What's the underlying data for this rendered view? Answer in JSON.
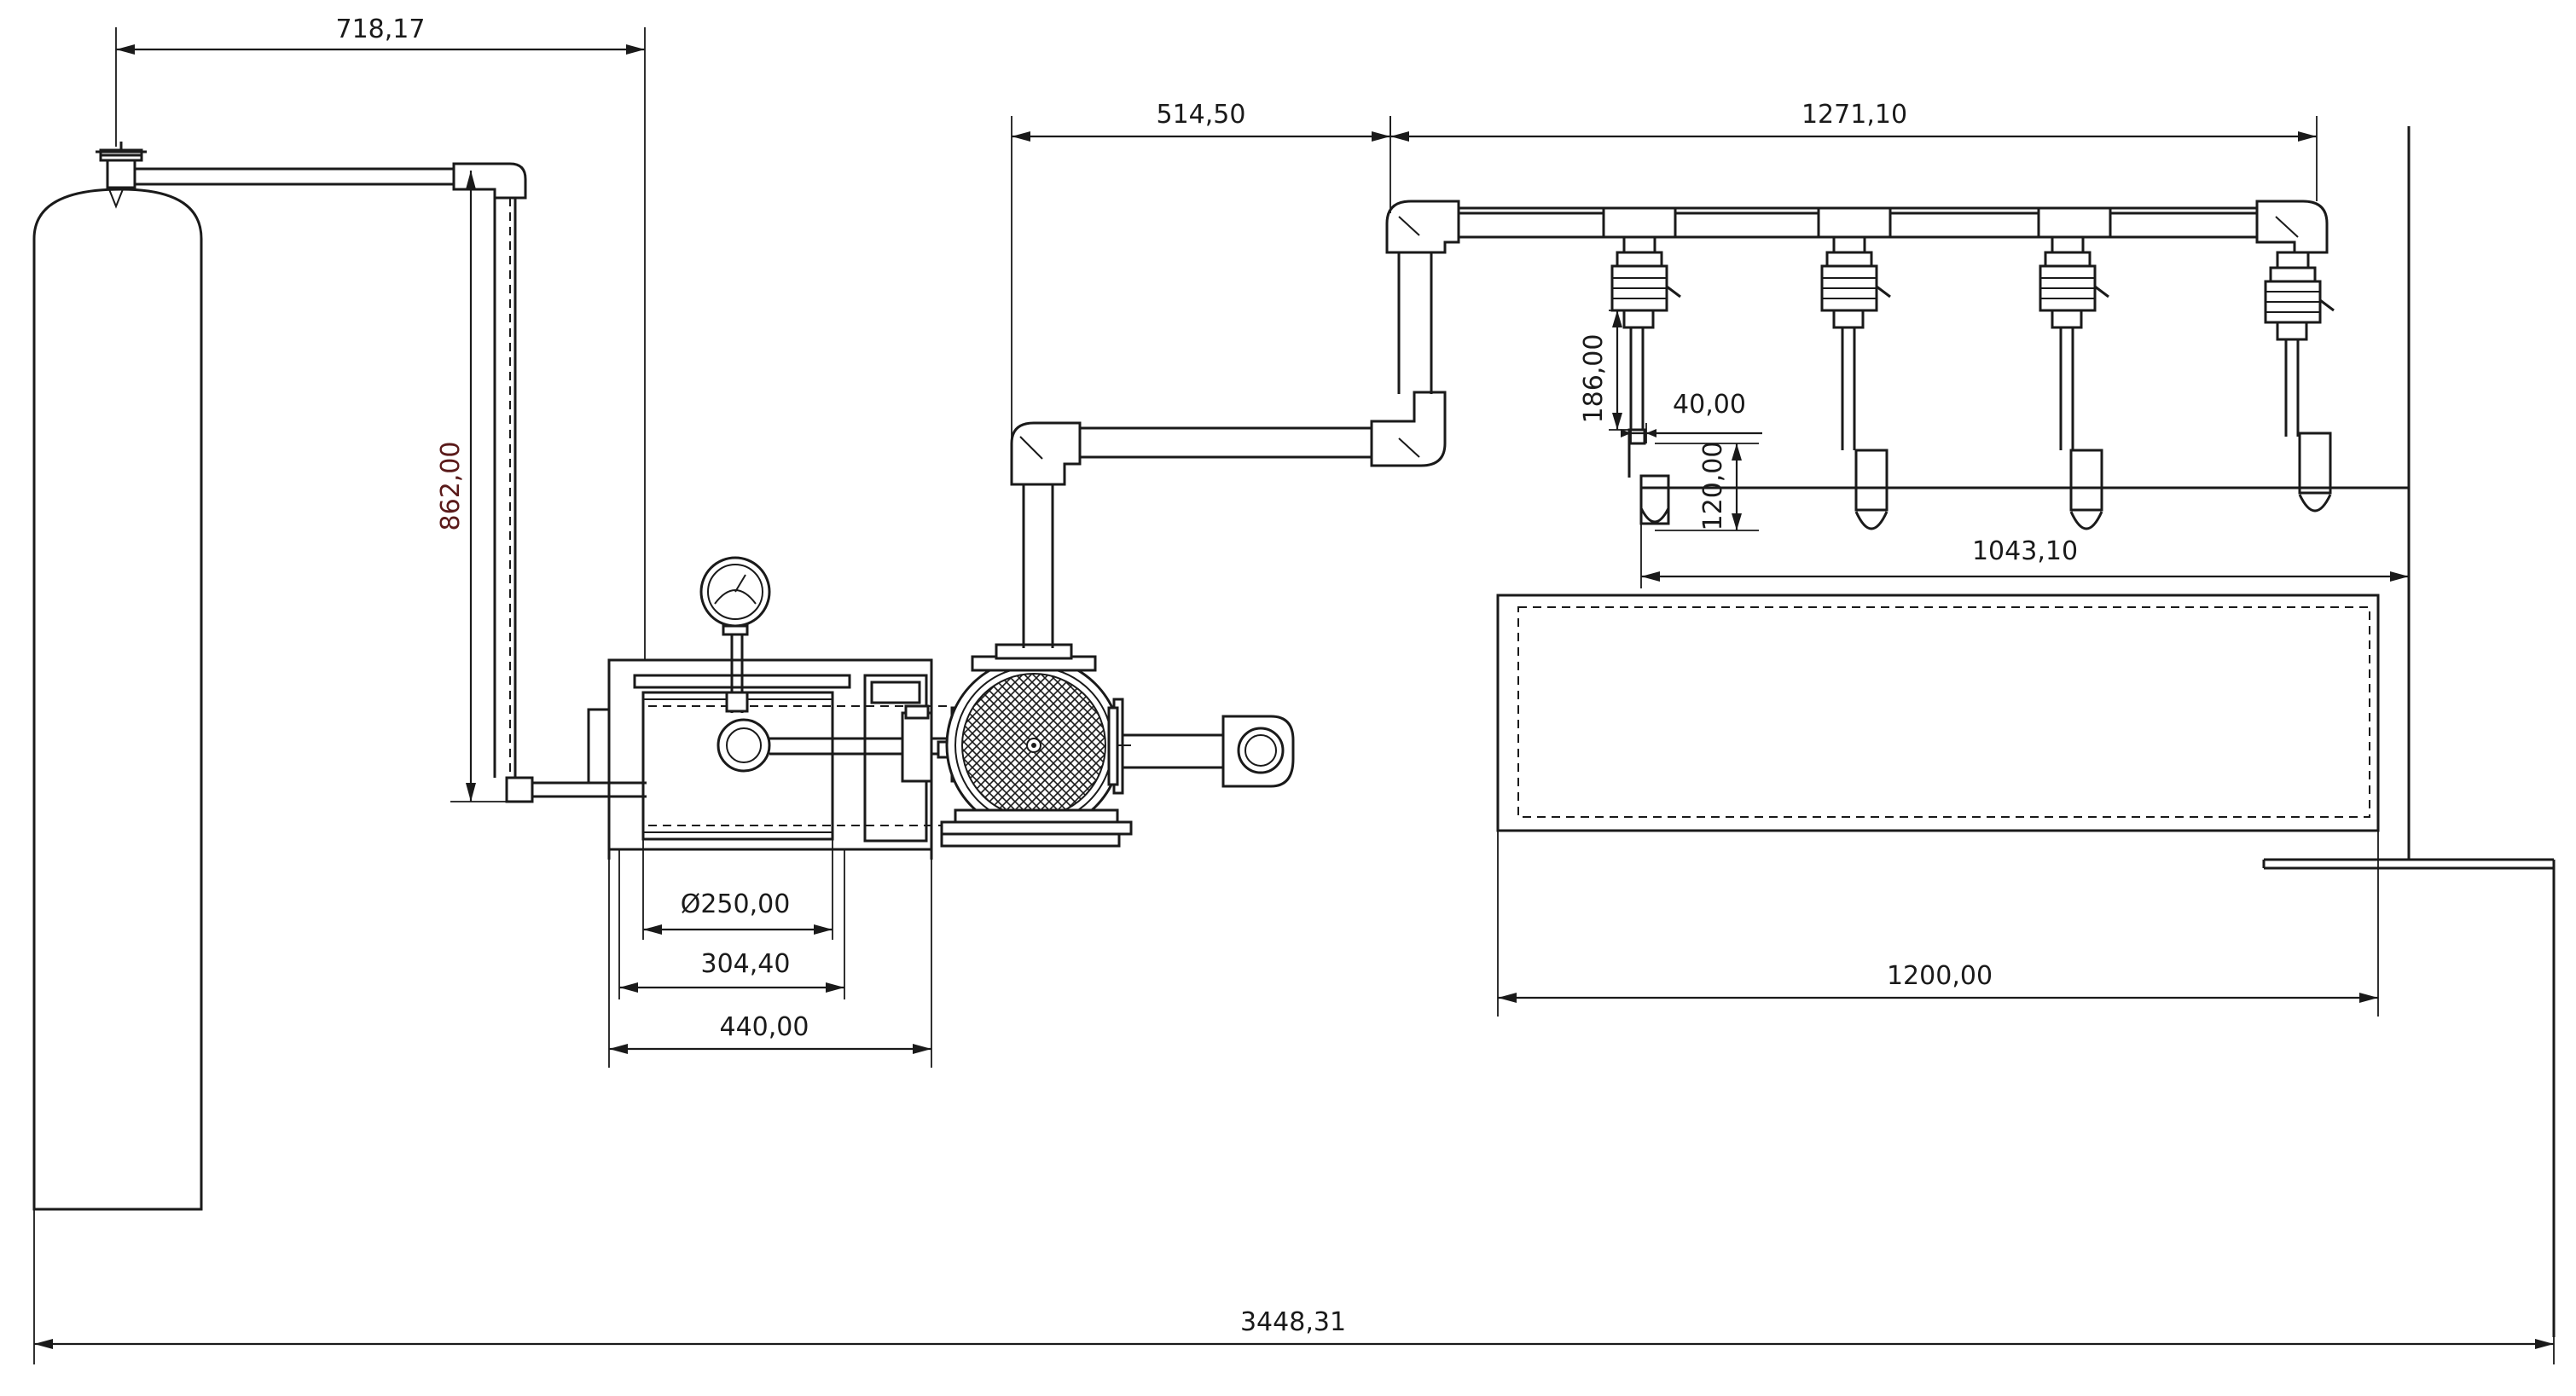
{
  "dimensions": {
    "top_left_width": "718,17",
    "supply_height": "862,00",
    "elbow_offset": "514,50",
    "manifold_length": "1271,10",
    "drop_length": "186,00",
    "nozzle_offset": "40,00",
    "nozzle_height": "120,00",
    "nozzle_span": "1043,10",
    "tank_length": "1200,00",
    "vessel_diameter": "Ø250,00",
    "vessel_width": "304,40",
    "base_width": "440,00",
    "total_length": "3448,31"
  }
}
